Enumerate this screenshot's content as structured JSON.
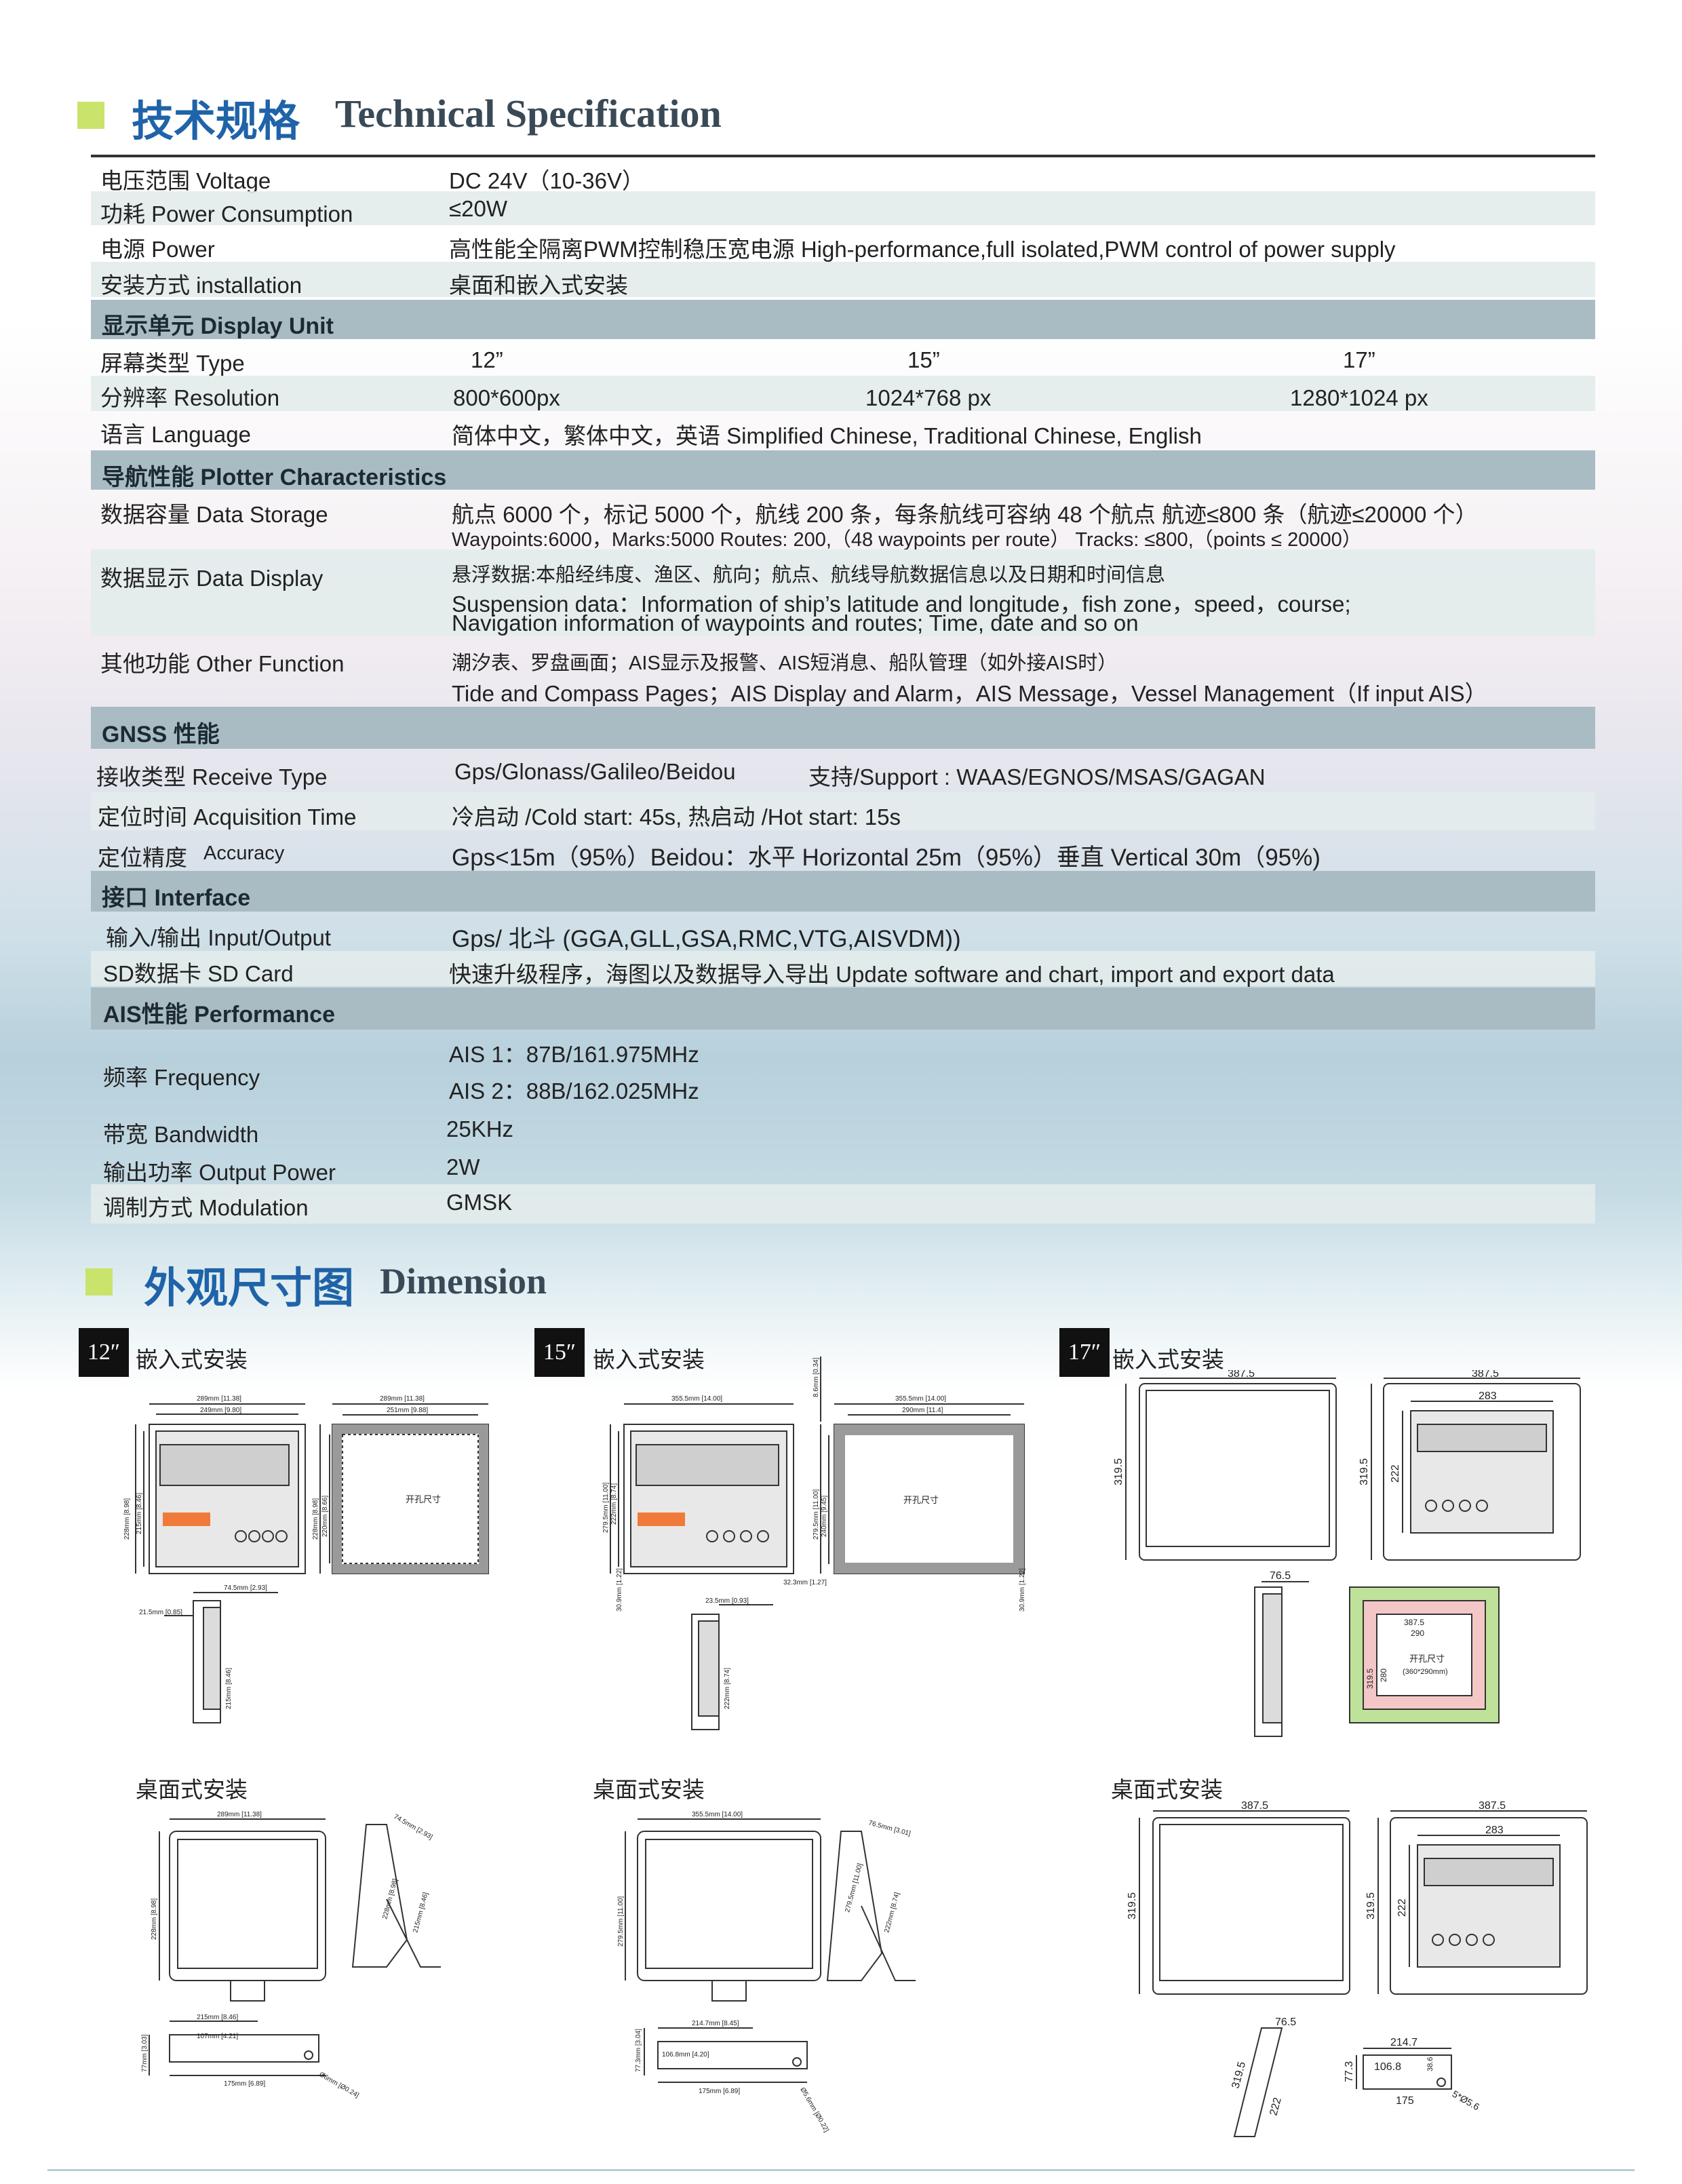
{
  "spec": {
    "title_cn": "技术规格",
    "title_en": "Technical Specification",
    "rows": {
      "voltage": {
        "label": "电压范围 Voltage",
        "value": "DC 24V（10-36V）"
      },
      "power_consumption": {
        "label": "功耗 Power Consumption",
        "value": "≤20W"
      },
      "power": {
        "label": "电源 Power",
        "value": "高性能全隔离PWM控制稳压宽电源 High-performance,full isolated,PWM control of power supply"
      },
      "installation": {
        "label": "安装方式 installation",
        "value": "桌面和嵌入式安装"
      },
      "display_unit": {
        "label": "显示单元 Display Unit"
      },
      "type": {
        "label": "屏幕类型 Type",
        "v1": "12”",
        "v2": "15”",
        "v3": "17”"
      },
      "resolution": {
        "label": "分辨率 Resolution",
        "v1": "800*600px",
        "v2": "1024*768 px",
        "v3": "1280*1024 px"
      },
      "language": {
        "label": "语言 Language",
        "value": "简体中文，繁体中文，英语   Simplified Chinese, Traditional Chinese, English"
      },
      "plotter": {
        "label": "导航性能 Plotter Characteristics"
      },
      "data_storage": {
        "label": "数据容量 Data Storage",
        "line1": "航点 6000 个，标记 5000 个，航线 200 条，每条航线可容纳 48 个航点    航迹≤800 条（航迹≤20000 个）",
        "line2": "Waypoints:6000，Marks:5000   Routes:    200,（48 waypoints per route） Tracks: ≤800,（points ≤ 20000）"
      },
      "data_display": {
        "label": "数据显示 Data Display",
        "line1": "悬浮数据:本船经纬度、渔区、航向；航点、航线导航数据信息以及日期和时间信息",
        "line2": "Suspension data：Information of ship’s latitude and longitude，fish zone，speed，course;",
        "line3": "Navigation information of waypoints and routes;  Time, date and so on"
      },
      "other_function": {
        "label": "其他功能 Other Function",
        "line1": "潮汐表、罗盘画面；AIS显示及报警、AIS短消息、船队管理（如外接AIS时）",
        "line2": "Tide and Compass Pages；AIS Display and Alarm，AIS Message，Vessel Management（If input AIS）"
      },
      "gnss": {
        "label": "GNSS 性能"
      },
      "receive_type": {
        "label": "接收类型 Receive Type",
        "v1": "Gps/Glonass/Galileo/Beidou",
        "v2": "支持/Support : WAAS/EGNOS/MSAS/GAGAN"
      },
      "acquisition_time": {
        "label": "定位时间 Acquisition Time",
        "value": "冷启动 /Cold start: 45s,   热启动 /Hot start: 15s"
      },
      "accuracy": {
        "label_cn": "定位精度",
        "label_en": "Accuracy",
        "value": "Gps<15m（95%）Beidou：水平 Horizontal 25m（95%）垂直 Vertical 30m（95%)"
      },
      "interface": {
        "label": "接口 Interface"
      },
      "io": {
        "label": "输入/输出 Input/Output",
        "value": "Gps/ 北斗 (GGA,GLL,GSA,RMC,VTG,AISVDM))"
      },
      "sd_card": {
        "label": "SD数据卡 SD  Card",
        "value": "快速升级程序，海图以及数据导入导出 Update software and chart, import and export data"
      },
      "ais_perf": {
        "label": "AIS性能 Performance"
      },
      "frequency": {
        "label": "频率 Frequency",
        "line1": "AIS 1：87B/161.975MHz",
        "line2": "AIS 2：88B/162.025MHz"
      },
      "bandwidth": {
        "label": "带宽 Bandwidth",
        "value": "25KHz"
      },
      "output_power": {
        "label": "输出功率 Output Power",
        "value": "2W"
      },
      "modulation": {
        "label": "调制方式 Modulation",
        "value": "GMSK"
      }
    }
  },
  "dimension": {
    "title_cn": "外观尺寸图",
    "title_en": "Dimension",
    "embedded_label": "嵌入式安装",
    "desktop_label": "桌面式安装",
    "cutout_label": "开孔尺寸",
    "sizes": [
      "12″",
      "15″",
      "17″"
    ],
    "d12": {
      "w": "289mm [11.38]",
      "w2": "249mm [9.80]",
      "h": "228mm [8.98]",
      "h2": "215mm [8.46]",
      "cut_w": "251mm [9.88]",
      "cut_h": "220mm [8.66]",
      "depth": "74.5mm [2.93]",
      "side": "21.5mm [0.85]",
      "base1": "215mm [8.46]",
      "base2": "107mm [4.21]",
      "base3": "175mm [6.89]",
      "base_h": "77mm [3.03]",
      "hole": "Ø6mm [Ø0.24]"
    },
    "d15": {
      "w": "355.5mm [14.00]",
      "h": "279.5mm [11.00]",
      "h2": "222mm [8.74]",
      "cut_w": "290mm [11.4]",
      "cut_h": "240mm [9.45]",
      "top": "8.6mm [0.34]",
      "side": "32.3mm [1.27]",
      "bot": "30.9mm [1.22]",
      "depth": "23.5mm [0.93]",
      "desk_depth": "76.5mm [3.01]",
      "base1": "214.7mm [8.45]",
      "base2": "106.8mm [4.20]",
      "base3": "175mm [6.89]",
      "base_h": "77.3mm [3.04]",
      "hole": "Ø5.6mm [Ø0.22]"
    },
    "d17": {
      "w": "387.5",
      "h": "319.5",
      "inner_w": "283",
      "inner_h": "222",
      "depth": "76.5",
      "cut_w": "387.5",
      "cut_w2": "290",
      "cut_h": "319.5",
      "cut_h2": "280",
      "cut_note": "(360*290mm)",
      "base1": "214.7",
      "base2": "106.8",
      "base3": "175",
      "base_h": "77.3",
      "base_h2": "38.6",
      "hole": "5*Ø5.6"
    }
  }
}
